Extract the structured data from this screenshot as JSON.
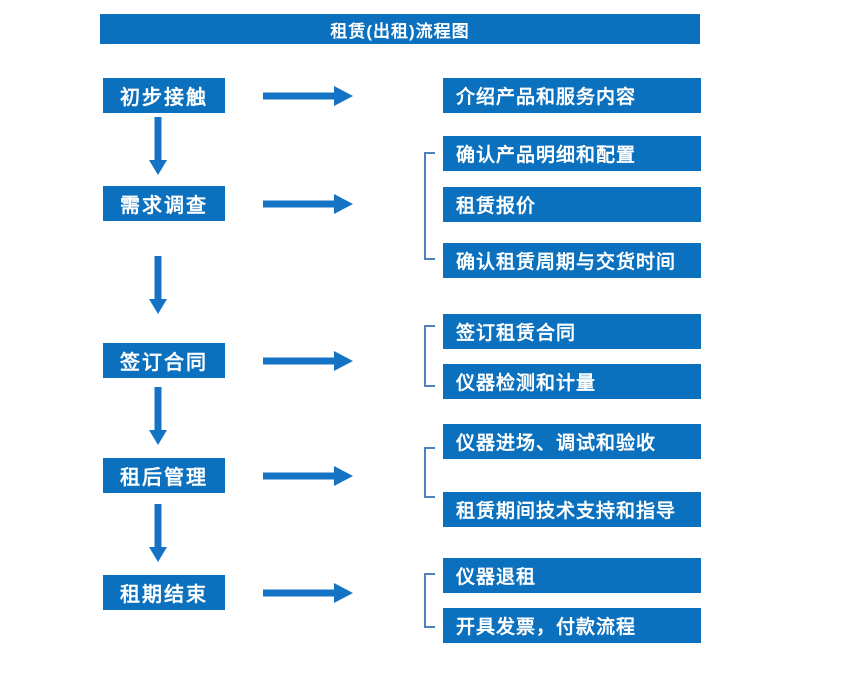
{
  "title": "租赁(出租)流程图",
  "colors": {
    "box_blue": "#0b70be",
    "arrow_blue": "#1473c4",
    "bracket_blue": "#4e81bd",
    "text_white": "#ffffff",
    "background": "#ffffff"
  },
  "icons": {
    "down_arrow": "down-block-arrow",
    "right_arrow": "right-block-arrow",
    "bracket": "left-square-bracket-connector"
  },
  "sections": [
    {
      "step": "初步接触",
      "details": [
        "介绍产品和服务内容"
      ]
    },
    {
      "step": "需求调查",
      "details": [
        "确认产品明细和配置",
        "租赁报价",
        "确认租赁周期与交货时间"
      ]
    },
    {
      "step": "签订合同",
      "details": [
        "签订租赁合同",
        "仪器检测和计量"
      ]
    },
    {
      "step": "租后管理",
      "details": [
        "仪器进场、调试和验收",
        "租赁期间技术支持和指导"
      ]
    },
    {
      "step": "租期结束",
      "details": [
        "仪器退租",
        "开具发票，付款流程"
      ]
    }
  ]
}
